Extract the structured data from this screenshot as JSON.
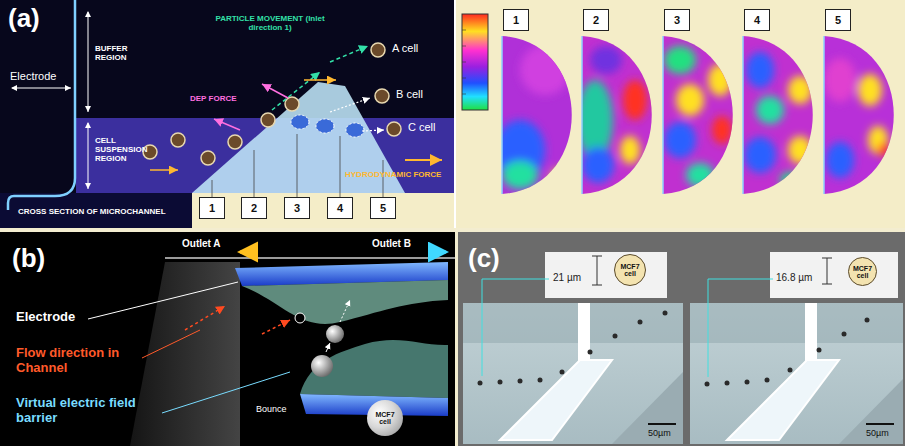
{
  "diagram": {
    "nodes": [
      {
        "text": [
          "1"
        ]
      },
      {
        "text": [
          "2"
        ]
      },
      {
        "text": [
          "3"
        ]
      },
      {
        "text": [
          "4"
        ]
      },
      {
        "text": [
          "5"
        ]
      },
      {
        "text": [
          "1"
        ]
      },
      {
        "text": [
          "2"
        ]
      },
      {
        "text": [
          "3"
        ]
      },
      {
        "text": [
          "4"
        ]
      },
      {
        "text": [
          "5"
        ]
      },
      {
        "text": [
          "MCF7 cell"
        ]
      },
      {
        "text": [
          "MCF7 cell"
        ]
      },
      {
        "text": [
          "MCF7 cell"
        ]
      }
    ],
    "labels": [
      "(a)",
      "Electrode",
      "BUFFER REGION",
      "CELL SUSPENSION REGION",
      "CROSS SECTION OF MICROCHANNEL",
      "PARTICLE MOVEMENT (Inlet direction 1)",
      "A cell",
      "B cell",
      "C cell",
      "DEP FORCE",
      "HYDRODYNAMIC FORCE",
      "(b)",
      "Outlet A",
      "Outlet B",
      "Electrode",
      "Flow direction in Channel",
      "Virtual electric field barrier",
      "Bounce",
      "(c)",
      "21 µm",
      "16.8 µm",
      "50µm",
      "50µm"
    ]
  }
}
